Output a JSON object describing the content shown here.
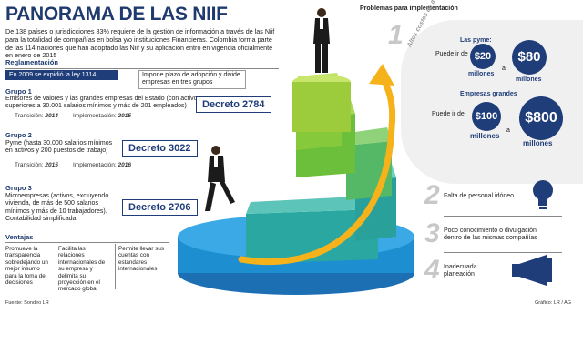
{
  "title": "PANORAMA DE LAS NIIF",
  "intro": "De 138 países o jurisdicciones 83% requiere de la gestión de información a través de las Niif para la totalidad de compañías en bolsa y/o instituciones Financieras. Colombia forma parte de las 114 naciones que han adoptado las Niif y su aplicación entró en vigencia oficialmente en enero de 2015",
  "reglamentacion": {
    "heading": "Reglamentación",
    "ley": "En 2009 se expidió la ley 1314",
    "ley_note": "Impone plazo de adopción y divide empresas en tres grupos"
  },
  "groups": [
    {
      "title": "Grupo 1",
      "desc": "Emisores de valores y las grandes empresas del Estado (con activos superiores a 30.001 salarios mínimos y más de 201 empleados)",
      "decree": "Decreto 2784",
      "transition_label": "Transición:",
      "transition": "2014",
      "impl_label": "Implementación:",
      "impl": "2015"
    },
    {
      "title": "Grupo 2",
      "desc": "Pyme (hasta 30.000 salarios mínimos en activos y 200 puestos de trabajo)",
      "decree": "Decreto 3022",
      "transition_label": "Transición:",
      "transition": "2015",
      "impl_label": "Implementación:",
      "impl": "2016"
    },
    {
      "title": "Grupo 3",
      "desc": "Microempresas (activos, excluyendo vivienda, de más de 500 salarios mínimos y más de 10 trabajadores). Contabilidad simplificada",
      "decree": "Decreto 2706"
    }
  ],
  "ventajas": {
    "heading": "Ventajas",
    "items": [
      "Promueve la transparencia sobredejando un mejor insumo para la toma de decisiones",
      "Facilita las relaciones internacionales de su empresa y delimita su proyección en el mercado global",
      "Permite llevar sus cuentas con estándares internacionales"
    ]
  },
  "source": "Fuente: Sondeo LR",
  "credit": "Gráfico: LR / AG",
  "problems": {
    "heading": "Problemas para implementación",
    "arc_label": "Altos costos de asesoría",
    "pyme_heading": "Las pyme:",
    "pyme_from_label": "Puede ir de",
    "pyme_from": "$20",
    "pyme_from_unit": "millones",
    "pyme_a": "a",
    "pyme_to": "$80",
    "pyme_to_unit": "millones",
    "big_heading": "Empresas grandes",
    "big_from_label": "Puede ir de",
    "big_from": "$100",
    "big_from_unit": "millones",
    "big_a": "a",
    "big_to": "$800",
    "big_to_unit": "millones",
    "items": [
      {
        "num": "1",
        "text": ""
      },
      {
        "num": "2",
        "text": "Falta de personal idóneo"
      },
      {
        "num": "3",
        "text": "Poco conocimiento o divulgación dentro de las mismas compañías"
      },
      {
        "num": "4",
        "text": "Inadecuada planeación"
      }
    ]
  },
  "colors": {
    "navy": "#1f3d79",
    "green": "#9ccb3b",
    "teal": "#2aa7a0",
    "blue": "#1d8fd1",
    "arrow": "#f6b21a"
  }
}
